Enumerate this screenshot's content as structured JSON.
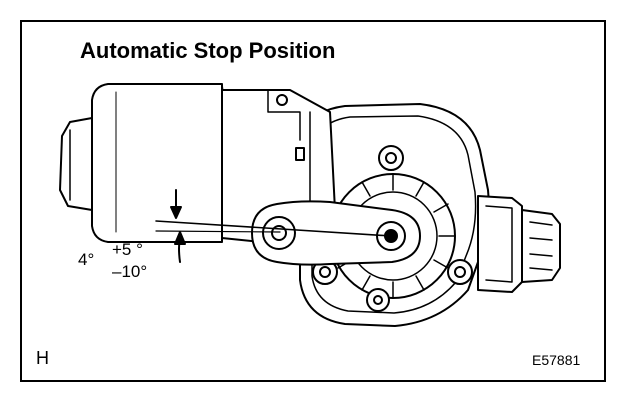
{
  "figure": {
    "title": "Automatic Stop Position",
    "angle": {
      "base": "4°",
      "plus": "+5 °",
      "minus": "–10°"
    },
    "corner_letter": "H",
    "figure_id": "E57881"
  }
}
